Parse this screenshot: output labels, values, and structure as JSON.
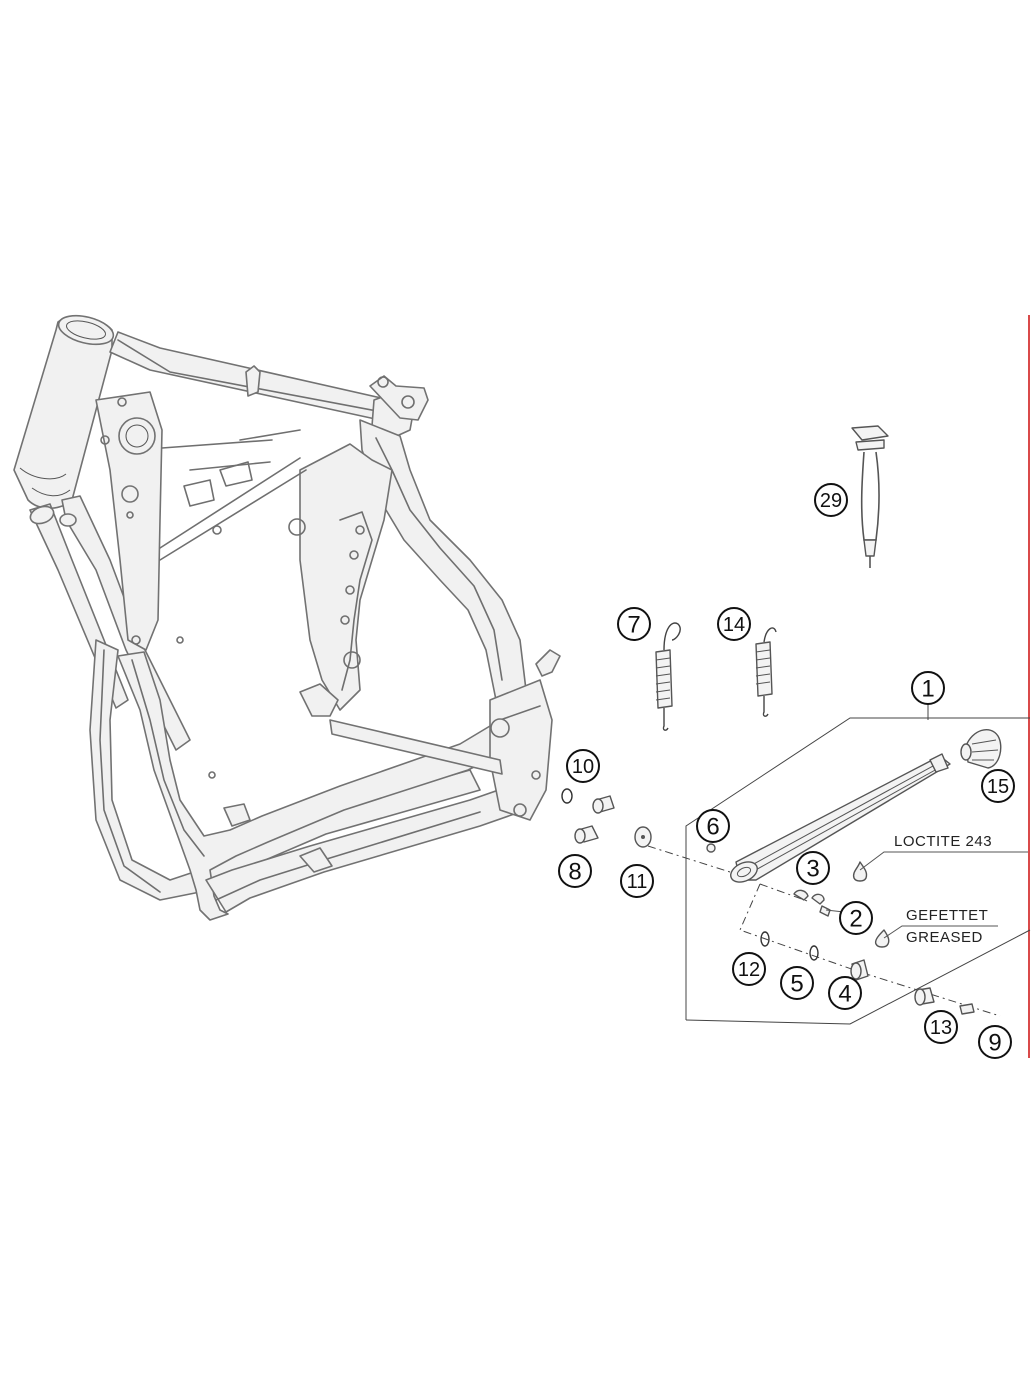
{
  "callouts": {
    "c1": "1",
    "c2": "2",
    "c3": "3",
    "c4": "4",
    "c5": "5",
    "c6": "6",
    "c7": "7",
    "c8": "8",
    "c9": "9",
    "c10": "10",
    "c11": "11",
    "c12": "12",
    "c13": "13",
    "c14": "14",
    "c15": "15",
    "c29": "29"
  },
  "notes": {
    "loctite": "LOCTITE 243",
    "gefettet": "GEFETTET",
    "greased": "GREASED"
  },
  "colors": {
    "edge_mark": "#d94a4a"
  }
}
